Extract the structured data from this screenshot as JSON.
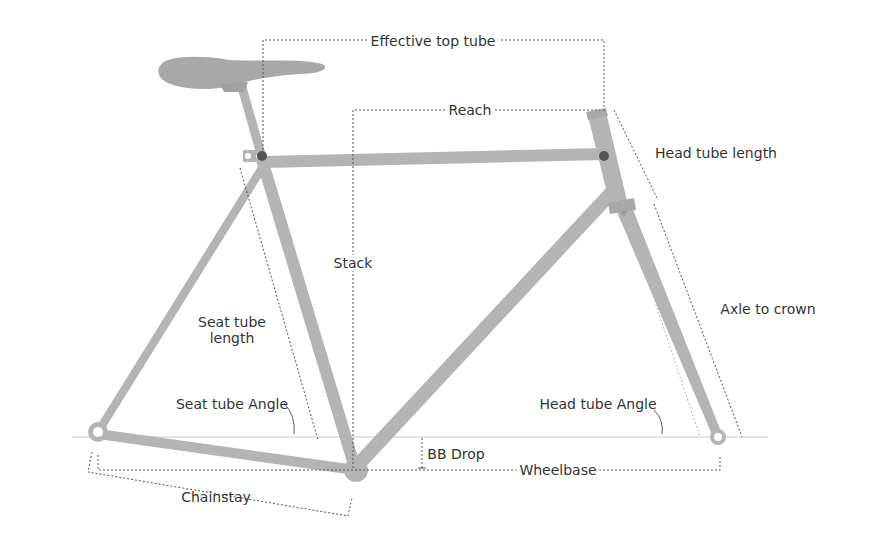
{
  "diagram": {
    "labels": [
      "Effective top tube",
      "Reach",
      "Head tube length",
      "Stack",
      "Axle to crown",
      "Seat tube length",
      "Seat tube Angle",
      "Head tube Angle",
      "BB Drop",
      "Wheelbase",
      "Chainstay"
    ]
  }
}
